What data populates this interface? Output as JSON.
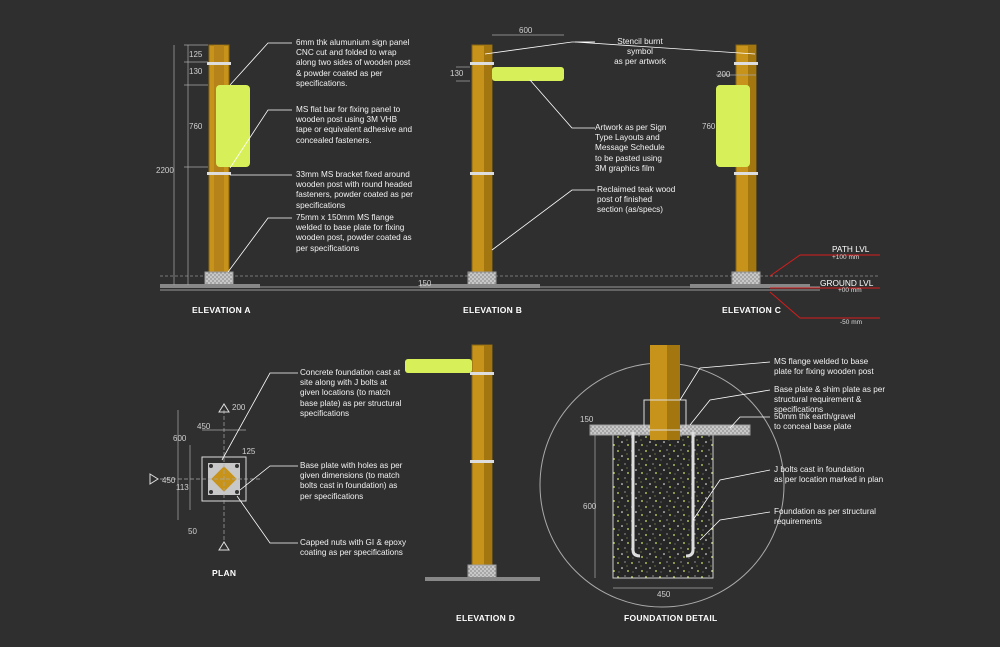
{
  "colors": {
    "background": "#2f2f2f",
    "post": "#c7931a",
    "post_shade": "#a4760f",
    "panel": "#d7f05a",
    "leader": "#ffffff",
    "level_line": "#d81c1c",
    "dim": "#9a9a9a"
  },
  "titles": {
    "elev_a": "ELEVATION A",
    "elev_b": "ELEVATION B",
    "elev_c": "ELEVATION C",
    "elev_d": "ELEVATION D",
    "plan": "PLAN",
    "foundation": "FOUNDATION DETAIL"
  },
  "notes": {
    "a1": "6mm thk alumunium sign panel\nCNC cut and folded to wrap\nalong two sides of wooden post\n& powder coated as per\nspecifications.",
    "a2": "MS flat bar for fixing panel to\nwooden post using 3M VHB\ntape or equivalent adhesive and\nconcealed fasteners.",
    "a3": "33mm MS bracket fixed around\nwooden post with round headed\nfasteners, powder coated as per\nspecifications",
    "a4": "75mm x 150mm MS flange\nwelded to base plate for fixing\nwooden post, powder coated as\nper specifications",
    "b1": "Stencil burnt\nsymbol\nas per artwork",
    "b2": "Artwork as per Sign\nType Layouts and\nMessage Schedule\nto be pasted using\n3M graphics film",
    "b3": "Reclaimed teak wood\npost of finished\nsection (as/specs)",
    "p1": "Concrete foundation cast at\nsite along with J bolts at\ngiven locations (to match\nbase plate) as per structural\nspecifications",
    "p2": "Base plate with holes as per\ngiven dimensions (to match\nbolts cast in foundation) as\nper specifications",
    "p3": "Capped nuts with GI & epoxy\ncoating as per specifications",
    "f1": "MS flange welded to base\nplate for fixing wooden post",
    "f2": "Base plate & shim plate as per\nstructural requirement &\nspecifications",
    "f3": "50mm thk earth/gravel\nto conceal base plate",
    "f4": "J bolts cast in foundation\nas per location marked in plan",
    "f5": "Foundation as per structural\nrequirements"
  },
  "levels": {
    "path": "PATH LVL",
    "path_sub": "+100 mm",
    "ground": "GROUND LVL",
    "ground_sub": "+00 mm",
    "minus": "-50 mm"
  },
  "dims": {
    "a_125": "125",
    "a_130": "130",
    "a_760": "760",
    "a_2200": "2200",
    "a_150": "150",
    "b_600": "600",
    "b_130": "130",
    "c_200": "200",
    "c_760": "760",
    "p_600": "600",
    "p_450": "450",
    "p_200": "200",
    "p_125": "125",
    "p_450v": "450",
    "p_113": "113",
    "p_50": "50",
    "f_150": "150",
    "f_600": "600",
    "f_450": "450"
  }
}
